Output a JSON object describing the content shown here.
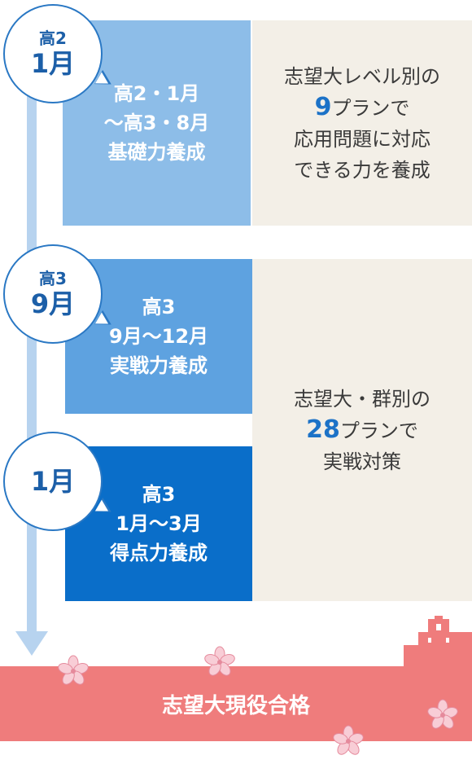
{
  "colors": {
    "phase1": "#8dbde8",
    "phase2": "#5ea2e0",
    "phase3": "#0a6ec9",
    "plan_bg": "#f3efe7",
    "accent_number": "#1c72c7",
    "goal": "#ef7c7c",
    "timeline": "#b7d3ef"
  },
  "bubbles": [
    {
      "small": "高2",
      "big": "1月"
    },
    {
      "small": "高3",
      "big": "9月"
    },
    {
      "small": "",
      "big": "1月"
    }
  ],
  "phases": [
    {
      "line1": "高2・1月",
      "line2": "～高3・8月",
      "line3": "基礎力養成"
    },
    {
      "line1": "高3",
      "line2": "9月～12月",
      "line3": "実戦力養成"
    },
    {
      "line1": "高3",
      "line2": "1月～3月",
      "line3": "得点力養成"
    }
  ],
  "plans": [
    {
      "line1": "志望大レベル別の",
      "number": "9",
      "line2_suffix": "プランで",
      "line3": "応用問題に対応",
      "line4": "できる力を養成"
    },
    {
      "line1": "志望大・群別の",
      "number": "28",
      "line2_suffix": "プランで",
      "line3": "実戦対策"
    }
  ],
  "goal": {
    "label": "志望大現役合格"
  },
  "icons": [
    "sakura-flower-icon",
    "building-icon",
    "timeline-arrow-icon"
  ]
}
